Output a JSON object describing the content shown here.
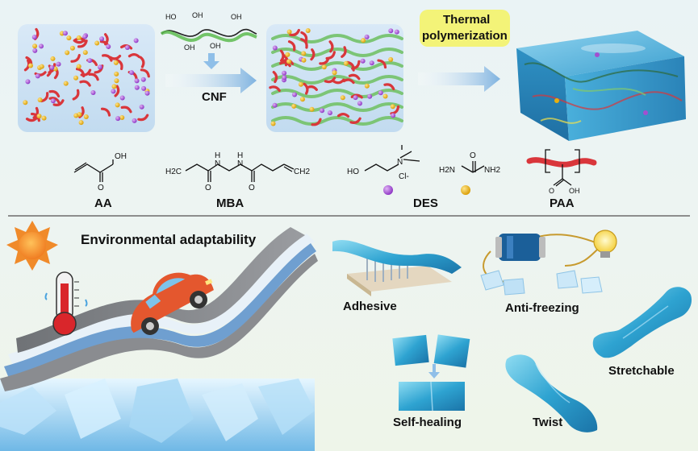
{
  "top": {
    "cnf_label": "CNF",
    "thermal_label_line1": "Thermal",
    "thermal_label_line2": "polymerization",
    "molecules": {
      "aa": "AA",
      "mba": "MBA",
      "des": "DES",
      "paa": "PAA"
    },
    "chem_text": {
      "oh": "OH",
      "o": "O",
      "h2c": "H2C",
      "ch2": "CH2",
      "n": "N",
      "h": "H",
      "ho": "HO",
      "cl": "Cl-",
      "nh2": "NH2",
      "h2n": "H2N",
      "cooh_o": "O",
      "cooh_oh": "OH"
    }
  },
  "bottom": {
    "env_title": "Environmental adaptability",
    "props": {
      "adhesive": "Adhesive",
      "anti_freezing": "Anti-freezing",
      "self_healing": "Self-healing",
      "twist": "Twist",
      "stretchable": "Stretchable"
    }
  },
  "colors": {
    "beaker": "#cfe3f5",
    "red_monomer": "#d9363b",
    "purple_dot": "#a24fd0",
    "yellow_dot": "#e8b00e",
    "cnf_green": "#7cc576",
    "arrow_blue": "#8fbfe8",
    "hydrogel": "#3aa6d4",
    "thermal_highlight": "#f4f36a",
    "sun": "#f08a2a",
    "car": "#e4572e",
    "road": "#7d7f83"
  }
}
